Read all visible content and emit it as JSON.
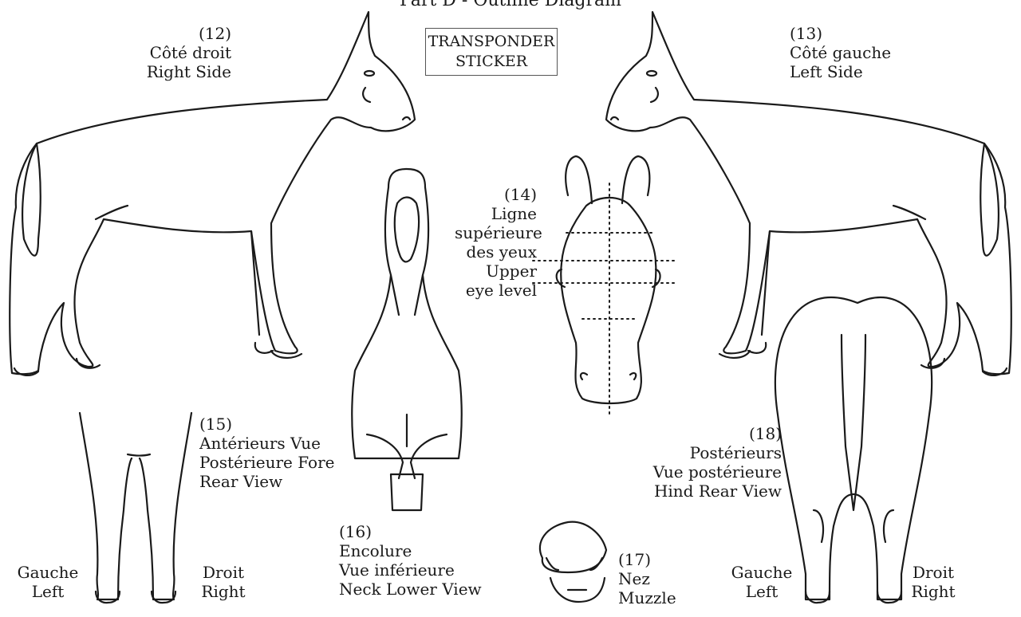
{
  "title": "Part D - Outline Diagram",
  "sticker": {
    "line1": "TRANSPONDER",
    "line2": "STICKER"
  },
  "right_side": {
    "num": "(12)",
    "fr": "Côté droit",
    "en": "Right Side"
  },
  "left_side": {
    "num": "(13)",
    "fr": "Côté gauche",
    "en": "Left Side"
  },
  "head": {
    "num": "(14)",
    "l1": "Ligne",
    "l2": "supérieure",
    "l3": "des yeux",
    "l4": "Upper",
    "l5": "eye level"
  },
  "fore": {
    "num": "(15)",
    "l1": "Antérieurs Vue",
    "l2": "Postérieure Fore",
    "l3": "Rear View",
    "left_fr": "Gauche",
    "left_en": "Left",
    "right_fr": "Droit",
    "right_en": "Right"
  },
  "neck": {
    "num": "(16)",
    "l1": "Encolure",
    "l2": "Vue inférieure",
    "l3": "Neck Lower View"
  },
  "muzzle": {
    "num": "(17)",
    "l1": "Nez",
    "l2": "Muzzle"
  },
  "hind": {
    "num": "(18)",
    "l1": "Postérieurs",
    "l2": "Vue postérieure",
    "l3": "Hind Rear View",
    "left_fr": "Gauche",
    "left_en": "Left",
    "right_fr": "Droit",
    "right_en": "Right"
  }
}
